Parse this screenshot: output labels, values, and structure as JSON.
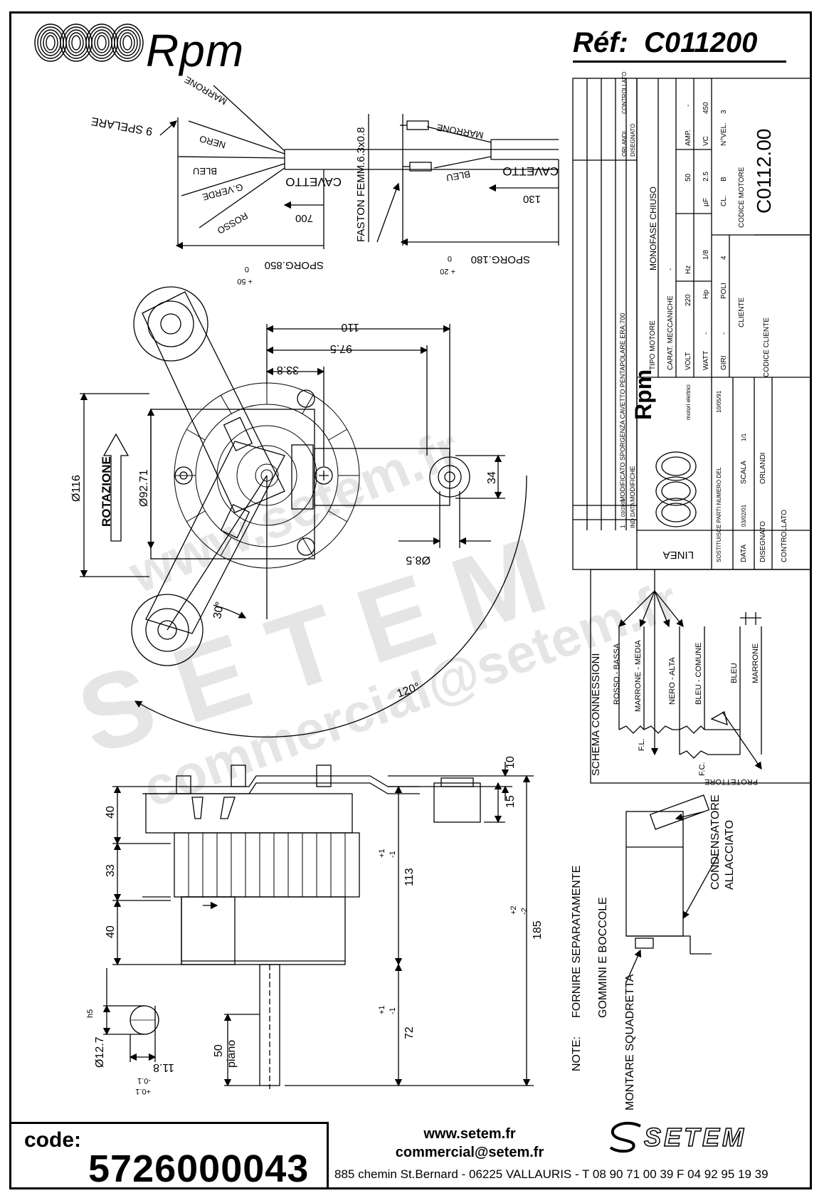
{
  "header": {
    "brand": "Rpm",
    "ref_label": "Réf:",
    "ref_value": "C011200"
  },
  "wiring_left": {
    "wires": [
      "MARRONE",
      "NERO",
      "BLEU",
      "G.VERDE",
      "ROSSO"
    ],
    "strip": "9 SPELARE",
    "cable": "CAVETTO",
    "cable_length": "700",
    "sporg": "SPORG.850",
    "tol_upper": "+ 50",
    "tol_lower": "0"
  },
  "wiring_right": {
    "wires": [
      "MARRONE",
      "BLEU"
    ],
    "faston": "FASTON FEMM.6.3x0.8",
    "cable": "CAVETTO",
    "cable_length": "130",
    "sporg": "SPORG.180",
    "tol_upper": "+ 20",
    "tol_lower": "0"
  },
  "top_view": {
    "dim_110": "110",
    "dim_97_5": "97.5",
    "dim_33_8": "33.8",
    "dim_116": "Ø116",
    "dim_92_71": "Ø92.71",
    "dim_34": "34",
    "dim_8_5": "Ø8.5",
    "angle_30": "30°",
    "angle_120": "120°",
    "rotation": "ROTAZIONE"
  },
  "side_view": {
    "dim_10": "10",
    "dim_15": "15",
    "dim_40a": "40",
    "dim_33": "33",
    "dim_40b": "40",
    "dim_113": "113",
    "tol_113_up": "+1",
    "tol_113_low": "-1",
    "dim_185": "185",
    "tol_185_up": "+2",
    "tol_185_low": "-2",
    "dim_72": "72",
    "tol_72_up": "+1",
    "tol_72_low": "-1",
    "dim_50": "50",
    "piano": "piano",
    "shaft_dia": "Ø12.7",
    "shaft_fit": "h5",
    "flat": "11.8",
    "flat_tol_up": "+0.1",
    "flat_tol_low": "-0.1"
  },
  "title_block": {
    "rev_headers": [
      "IND",
      "DATA",
      "MODIFICHE",
      "DISEGNATO",
      "CONTROLLATO",
      "ORLANDI"
    ],
    "rev_row": [
      "1",
      "03/2001",
      "MODIFICATO SPORGENZA CAVETTO  PENTAPOLARE ERA:700"
    ],
    "tipo_motore_label": "TIPO MOTORE",
    "tipo_motore": "MONOFASE CHIUSO",
    "carat_label": "CARAT. MECCANICHE",
    "carat": "-",
    "volt_label": "VOLT",
    "volt": "220",
    "hz_label": "Hz",
    "hz": "50",
    "amp_label": "AMP.",
    "amp": "-",
    "watt_label": "WATT",
    "watt": "-",
    "hp_label": "Hp",
    "hp": "1/8",
    "uf_label": "µF",
    "uf": "2.5",
    "vc_label": "VC",
    "vc": "450",
    "giri_label": "GIRI",
    "giri": "-",
    "poli_label": "POLI",
    "poli": "4",
    "cl_label": "CL.",
    "cl": "B",
    "nvel_label": "N°VEL.",
    "nvel": "3",
    "cliente_label": "CLIENTE",
    "codice_motore_label": "CODICE MOTORE",
    "codice_motore": "C0112.00",
    "codice_cliente_label": "CODICE CLIENTE",
    "sostituisce": "SOSTITUISCE PARTI NUMERO DEL",
    "sostituisce_date": "10/05/91",
    "data_label": "DATA",
    "data": "03/02/01",
    "scala_label": "SCALA",
    "scala": "1/1",
    "disegnato_label": "DISEGNATO",
    "disegnato": "ORLANDI",
    "controllato_label": "CONTROLLATO",
    "brand": "Rpm",
    "brand_sub": "motori elettrici"
  },
  "schema": {
    "title": "SCHEMA CONNESSIONI",
    "linea": "LINEA",
    "wires": [
      "ROSSO - BASSA",
      "MARRONE - MEDIA",
      "NERO - ALTA",
      "BLEU - COMUNE",
      "BLEU",
      "MARRONE"
    ],
    "fl": "F.L.",
    "fc": "F.C.",
    "protettore": "PROTETTORE"
  },
  "notes": {
    "note_label": "NOTE:",
    "line1": "FORNIRE SEPARATAMENTE",
    "line2": "GOMMINI E BOCCOLE",
    "line3": "MONTARE SQUADRETTA",
    "condensatore1": "CONDENSATORE",
    "condensatore2": "ALLACCIATO"
  },
  "footer": {
    "code_label": "code:",
    "code_value": "5726000043",
    "web": "www.setem.fr",
    "email": "commercial@setem.fr",
    "address": "885 chemin St.Bernard  -  06225 VALLAURIS  -  T 08 90 71 00 39   F 04 92 95 19 39",
    "logo": "SETEM"
  },
  "watermark": {
    "site": "www.setem.fr",
    "name": "SETEM",
    "email": "commercial@setem.fr"
  }
}
